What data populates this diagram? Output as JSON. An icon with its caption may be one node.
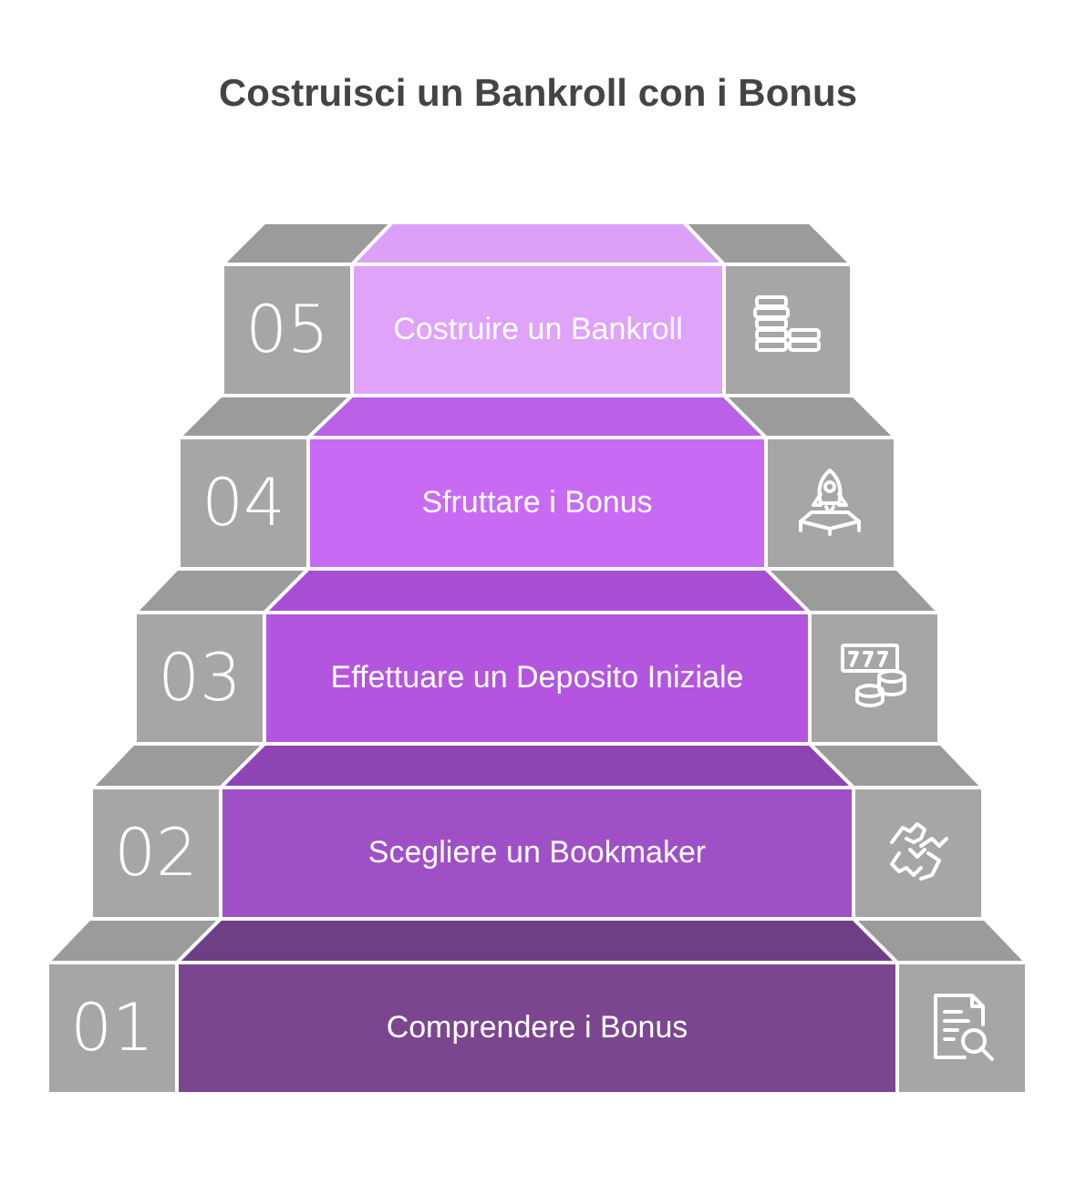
{
  "diagram": {
    "title": "Costruisci un Bankroll con i Bonus",
    "nodes": [
      {
        "text": [
          "05"
        ]
      },
      {
        "text": [
          "Costruire un Bankroll"
        ]
      },
      {
        "text": [
          "04"
        ]
      },
      {
        "text": [
          "Sfruttare i Bonus"
        ]
      },
      {
        "text": [
          "03"
        ]
      },
      {
        "text": [
          "Effettuare un Deposito Iniziale"
        ]
      },
      {
        "text": [
          "02"
        ]
      },
      {
        "text": [
          "Scegliere un Bookmaker"
        ]
      },
      {
        "text": [
          "01"
        ]
      },
      {
        "text": [
          "Comprendere i Bonus"
        ]
      }
    ]
  }
}
